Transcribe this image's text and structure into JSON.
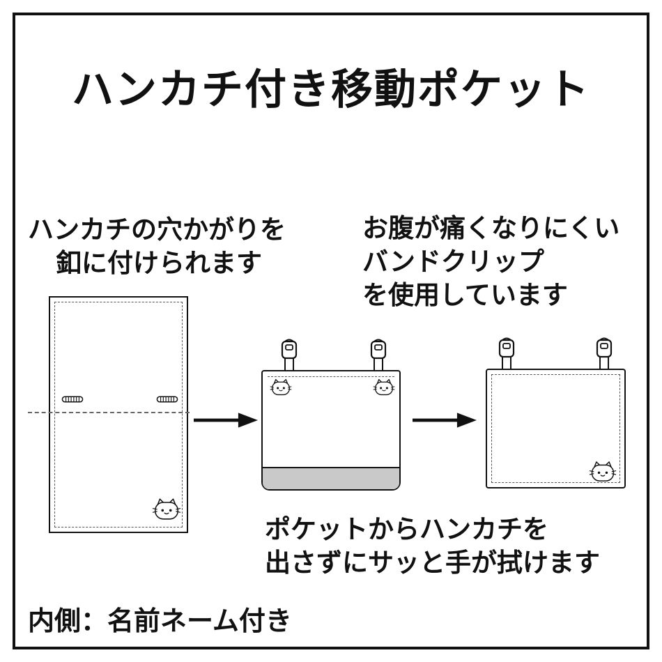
{
  "title": "ハンカチ付き移動ポケット",
  "notes": {
    "buttonhole": {
      "line1": "ハンカチの穴かがりを",
      "line2": "釦に付けられます"
    },
    "band_clip": {
      "line1": "お腹が痛くなりにくい",
      "line2": "バンドクリップ",
      "line3": "を使用しています"
    },
    "wipe": {
      "line1": "ポケットからハンカチを",
      "line2": "出さずにサッと手が拭けます"
    },
    "footer": "内側：名前ネーム付き"
  },
  "icons": {
    "cat_face": "cat-face-icon",
    "band_clip": "band-clip-icon",
    "arrow_right": "arrow-right-icon",
    "buttonhole": "buttonhole-icon"
  },
  "colors": {
    "outline": "#111111",
    "dashed_stitch": "#555555",
    "pocket_band_gray": "#c9c9c9",
    "background": "#ffffff"
  }
}
